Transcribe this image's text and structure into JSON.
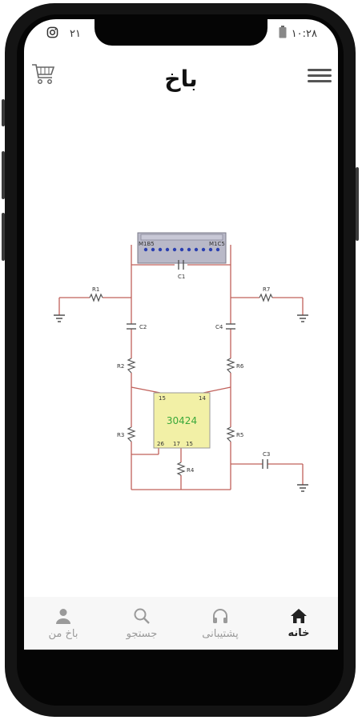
{
  "status_bar": {
    "time": "۱۰:۲۸",
    "notification_count": "۲۱"
  },
  "header": {
    "logo_text": "باخ"
  },
  "circuit": {
    "connector_labels": [
      "M1B5",
      "M1C5"
    ],
    "resistors": [
      "R1",
      "R7",
      "R2",
      "R6",
      "R3",
      "R5",
      "R4"
    ],
    "capacitors": [
      "C1",
      "C2",
      "C4",
      "C3"
    ],
    "chip": {
      "label": "30424",
      "pins": [
        "15",
        "14",
        "26",
        "17",
        "15"
      ]
    }
  },
  "tabs": [
    {
      "label": "خانه",
      "icon": "home-icon",
      "active": true
    },
    {
      "label": "پشتیبانی",
      "icon": "headphones-icon",
      "active": false
    },
    {
      "label": "جستجو",
      "icon": "search-icon",
      "active": false
    },
    {
      "label": "باخ من",
      "icon": "user-icon",
      "active": false
    }
  ],
  "colors": {
    "wire": "#c0605a",
    "chip_fill": "#f2f0a6",
    "chip_text": "#3aa83a",
    "connector_fill": "#b9b9c8"
  }
}
